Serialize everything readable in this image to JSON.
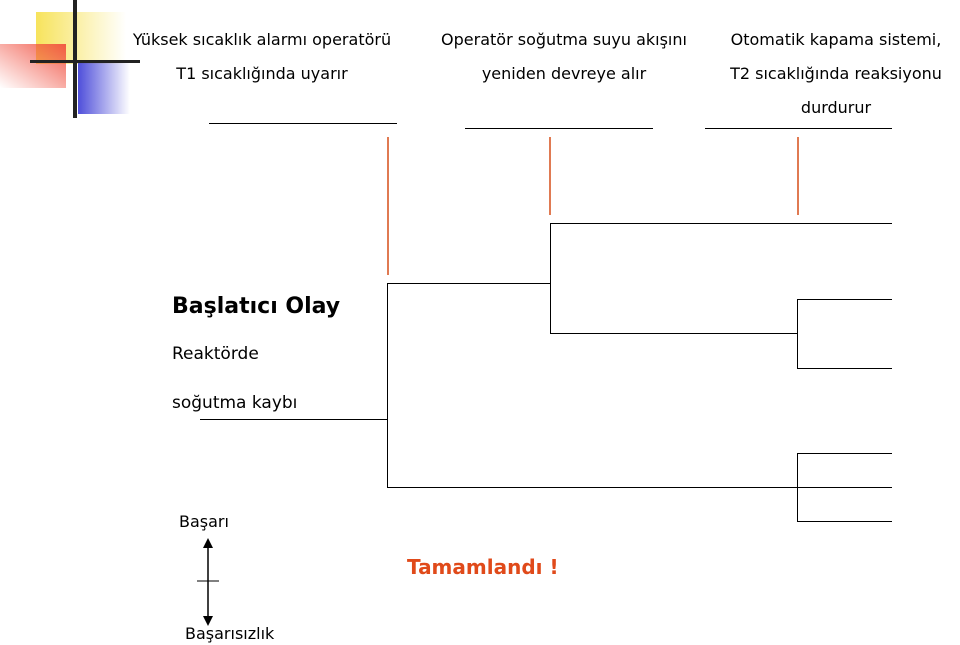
{
  "headers": [
    {
      "line1": "Yüksek sıcaklık alarmı operatörü",
      "line2": "T1 sıcaklığında uyarır",
      "line3": ""
    },
    {
      "line1": "Operatör soğutma suyu akışını",
      "line2": "yeniden devreye alır",
      "line3": ""
    },
    {
      "line1": "Otomatik kapama sistemi,",
      "line2": "T2 sıcaklığında reaksiyonu",
      "line3": "durdurur"
    }
  ],
  "initiating_event": {
    "title": "Başlatıcı Olay",
    "line1": "Reaktörde",
    "line2": "soğutma kaybı"
  },
  "legend": {
    "success": "Başarı",
    "failure": "Başarısızlık"
  },
  "completed_label": "Tamamlandı !",
  "colors": {
    "accent_red": "#e07a52",
    "done_text": "#e04a1a",
    "deco_yellow": "#f6e04a",
    "deco_blue": "#3b3bd6",
    "deco_red": "#f04a3a"
  }
}
